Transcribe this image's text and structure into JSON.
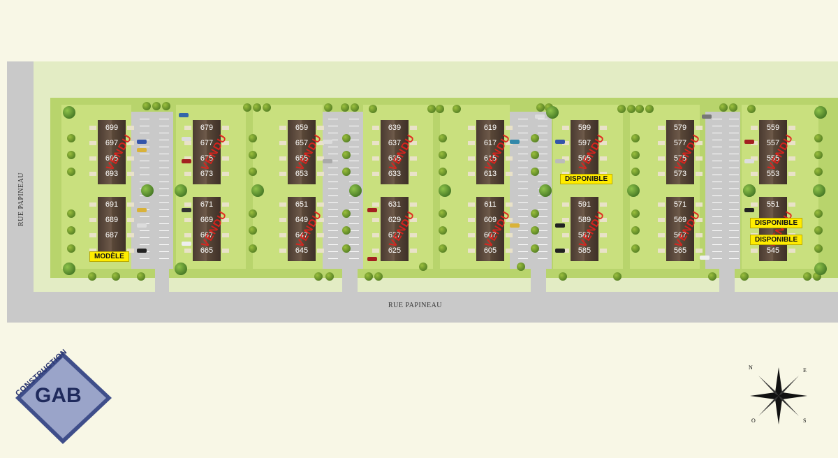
{
  "streets": {
    "left": "RUE PAPINEAU",
    "bottom": "RUE PAPINEAU"
  },
  "statuses": {
    "sold": "VENDU",
    "available": "DISPONIBLE",
    "model": "MODÈLE"
  },
  "logo": {
    "word": "CONSTRUCTION",
    "brand": "GAB"
  },
  "compass": {
    "n": "N",
    "e": "E",
    "s": "S",
    "o": "O"
  },
  "colors": {
    "sold": "#e2211c",
    "available_bg": "#ffec00",
    "grass": "#b8d46c",
    "road": "#c9c9c9"
  },
  "buildings": [
    {
      "units_top": [
        "699",
        "697",
        "695",
        "693"
      ],
      "units_bottom": [
        "691",
        "689",
        "687"
      ],
      "sold_top": true,
      "sold_bottom": false
    },
    {
      "units_top": [
        "679",
        "677",
        "675",
        "673"
      ],
      "units_bottom": [
        "671",
        "669",
        "667",
        "665"
      ],
      "sold_top": true,
      "sold_bottom": true
    },
    {
      "units_top": [
        "659",
        "657",
        "655",
        "653"
      ],
      "units_bottom": [
        "651",
        "649",
        "647",
        "645"
      ],
      "sold_top": true,
      "sold_bottom": true
    },
    {
      "units_top": [
        "639",
        "637",
        "635",
        "633"
      ],
      "units_bottom": [
        "631",
        "629",
        "627",
        "625"
      ],
      "sold_top": true,
      "sold_bottom": true
    },
    {
      "units_top": [
        "619",
        "617",
        "615",
        "613"
      ],
      "units_bottom": [
        "611",
        "609",
        "607",
        "605"
      ],
      "sold_top": true,
      "sold_bottom": true
    },
    {
      "units_top": [
        "599",
        "597",
        "595"
      ],
      "units_bottom": [
        "591",
        "589",
        "587",
        "585"
      ],
      "sold_top": true,
      "sold_bottom": true
    },
    {
      "units_top": [
        "579",
        "577",
        "575",
        "573"
      ],
      "units_bottom": [
        "571",
        "569",
        "567",
        "565"
      ],
      "sold_top": true,
      "sold_bottom": true
    },
    {
      "units_top": [
        "559",
        "557",
        "555",
        "553"
      ],
      "units_bottom": [
        "551",
        "545"
      ],
      "sold_top": true,
      "sold_bottom": true
    }
  ]
}
